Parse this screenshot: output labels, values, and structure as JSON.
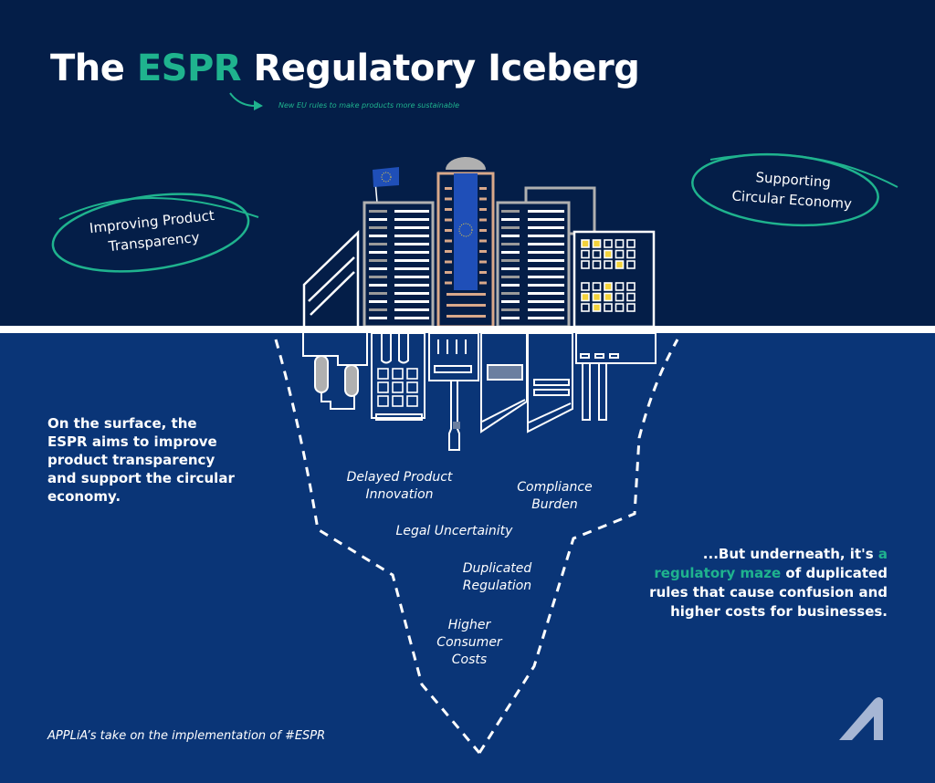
{
  "header": {
    "title_prefix": "The ",
    "title_accent": "ESPR",
    "title_suffix": " Regulatory Iceberg",
    "subtitle": "New EU rules to make products more sustainable"
  },
  "surface_goals": [
    {
      "line1": "Improving Product",
      "line2": "Transparency"
    },
    {
      "line1": "Supporting",
      "line2": "Circular Economy"
    }
  ],
  "surface_summary": "On the surface, the ESPR aims to improve product transparency and support the circular economy.",
  "underneath_summary": {
    "prefix": "...But underneath, it's ",
    "accent": "a regulatory maze",
    "suffix": " of duplicated rules that cause confusion and higher costs for businesses."
  },
  "hidden_risks": [
    {
      "line1": "Delayed Product",
      "line2": "Innovation"
    },
    {
      "line1": "Compliance",
      "line2": "Burden"
    },
    {
      "line1": "Legal Uncertainity",
      "line2": ""
    },
    {
      "line1": "Duplicated",
      "line2": "Regulation"
    },
    {
      "line1": "Higher",
      "line2": "Consumer",
      "line3": "Costs"
    }
  ],
  "footer": "APPLiA’s take on the implementation of #ESPR",
  "icons": {
    "flag": "eu-flag-icon",
    "logo": "applia-logo-icon",
    "arrow": "curved-arrow-icon"
  },
  "colors": {
    "sky": "#041e48",
    "sea": "#0a3577",
    "accent": "#1fb38e",
    "eu_blue": "#1f4fb8",
    "copper": "#d9a88a",
    "window_lit": "#f3d23c"
  }
}
